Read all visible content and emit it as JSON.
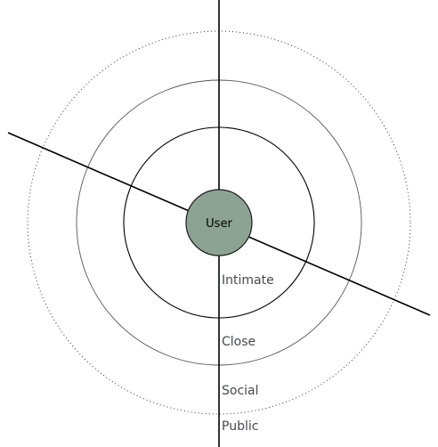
{
  "center": {
    "label": "User"
  },
  "zones": [
    {
      "label": "Intimate"
    },
    {
      "label": "Close"
    },
    {
      "label": "Social"
    },
    {
      "label": "Public"
    }
  ],
  "colors": {
    "center_fill": "#8ca393",
    "zone_text": "#444a50"
  }
}
